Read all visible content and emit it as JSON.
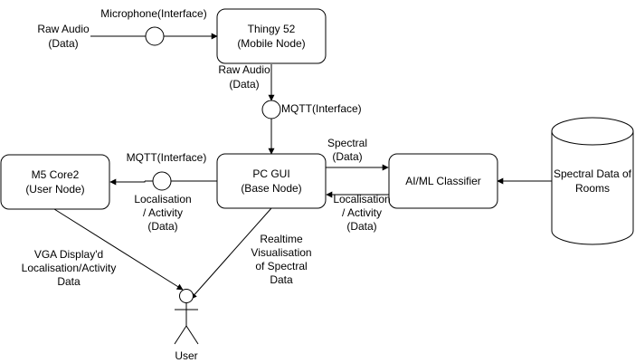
{
  "nodes": {
    "thingy": [
      "Thingy 52",
      "(Mobile Node)"
    ],
    "pc_gui": [
      "PC GUI",
      "(Base Node)"
    ],
    "m5": [
      "M5 Core2",
      "(User Node)"
    ],
    "classifier": [
      "AI/ML Classifier"
    ],
    "database": [
      "Spectral Data of",
      "Rooms"
    ],
    "user": "User"
  },
  "labels": {
    "raw_audio_in": [
      "Raw Audio",
      "(Data)"
    ],
    "microphone": "Microphone(Interface)",
    "raw_audio_down": [
      "Raw Audio",
      "(Data)"
    ],
    "mqtt_top": "MQTT(Interface)",
    "mqtt_left": "MQTT(Interface)",
    "localisation_left": [
      "Localisation",
      "/ Activity",
      "(Data)"
    ],
    "spectral": [
      "Spectral",
      "(Data)"
    ],
    "localisation_right": [
      "Localisation",
      "/ Activity",
      "(Data)"
    ],
    "vga": [
      "VGA Display'd",
      "Localisation/Activity",
      "Data"
    ],
    "realtime": [
      "Realtime",
      "Visualisation",
      "of Spectral",
      "Data"
    ]
  }
}
